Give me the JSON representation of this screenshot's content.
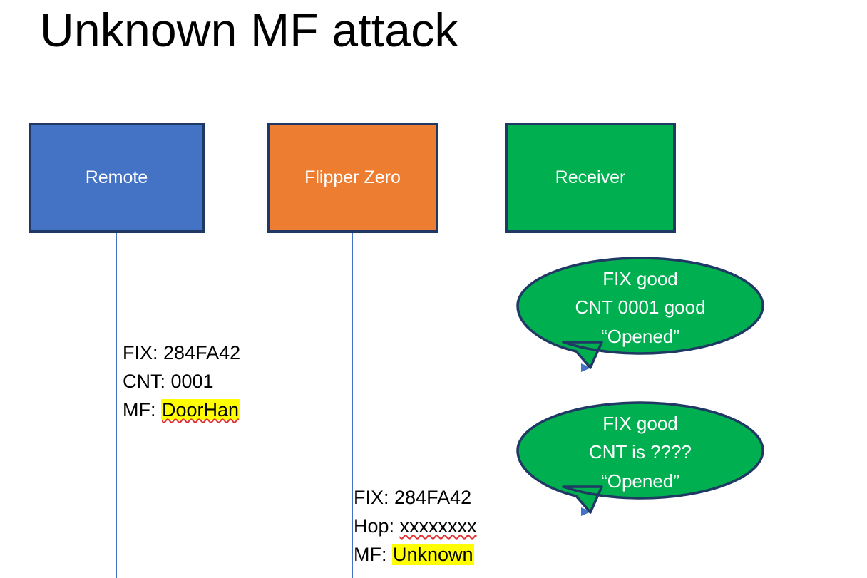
{
  "slide": {
    "title": "Unknown MF attack",
    "background_color": "#FFFFFF"
  },
  "colors": {
    "remote_blue": "#4472C4",
    "flipper_orange": "#ED7D31",
    "receiver_green": "#00AF50",
    "box_border_navy": "#1F3864",
    "lifeline_blue": "#4472C4",
    "highlight_yellow": "#FFFF00",
    "spellcheck_red": "#E03030",
    "text_black": "#000000",
    "text_white": "#FFFFFF"
  },
  "actors": [
    {
      "id": "remote",
      "label": "Remote"
    },
    {
      "id": "flipper",
      "label": "Flipper Zero"
    },
    {
      "id": "receiver",
      "label": "Receiver"
    }
  ],
  "messages": [
    {
      "id": "msg1",
      "from": "remote",
      "to": "receiver",
      "lines": [
        {
          "prefix": "FIX: ",
          "value": "284FA42",
          "highlighted": false,
          "misspelled": false
        },
        {
          "prefix": "CNT: ",
          "value": "0001",
          "highlighted": false,
          "misspelled": false
        },
        {
          "prefix": "MF: ",
          "value": "DoorHan",
          "highlighted": true,
          "misspelled": true
        }
      ]
    },
    {
      "id": "msg2",
      "from": "flipper",
      "to": "receiver",
      "lines": [
        {
          "prefix": "FIX: ",
          "value": "284FA42",
          "highlighted": false,
          "misspelled": false
        },
        {
          "prefix": "Hop: ",
          "value": "xxxxxxxx",
          "highlighted": false,
          "misspelled": true
        },
        {
          "prefix": "MF: ",
          "value": "Unknown",
          "highlighted": true,
          "misspelled": false
        }
      ]
    }
  ],
  "bubbles": [
    {
      "id": "bubble1",
      "owner": "receiver",
      "lines": [
        "FIX good",
        "CNT 0001 good",
        "“Opened”"
      ]
    },
    {
      "id": "bubble2",
      "owner": "receiver",
      "lines": [
        "FIX good",
        "CNT is ????",
        "“Opened”"
      ]
    }
  ]
}
